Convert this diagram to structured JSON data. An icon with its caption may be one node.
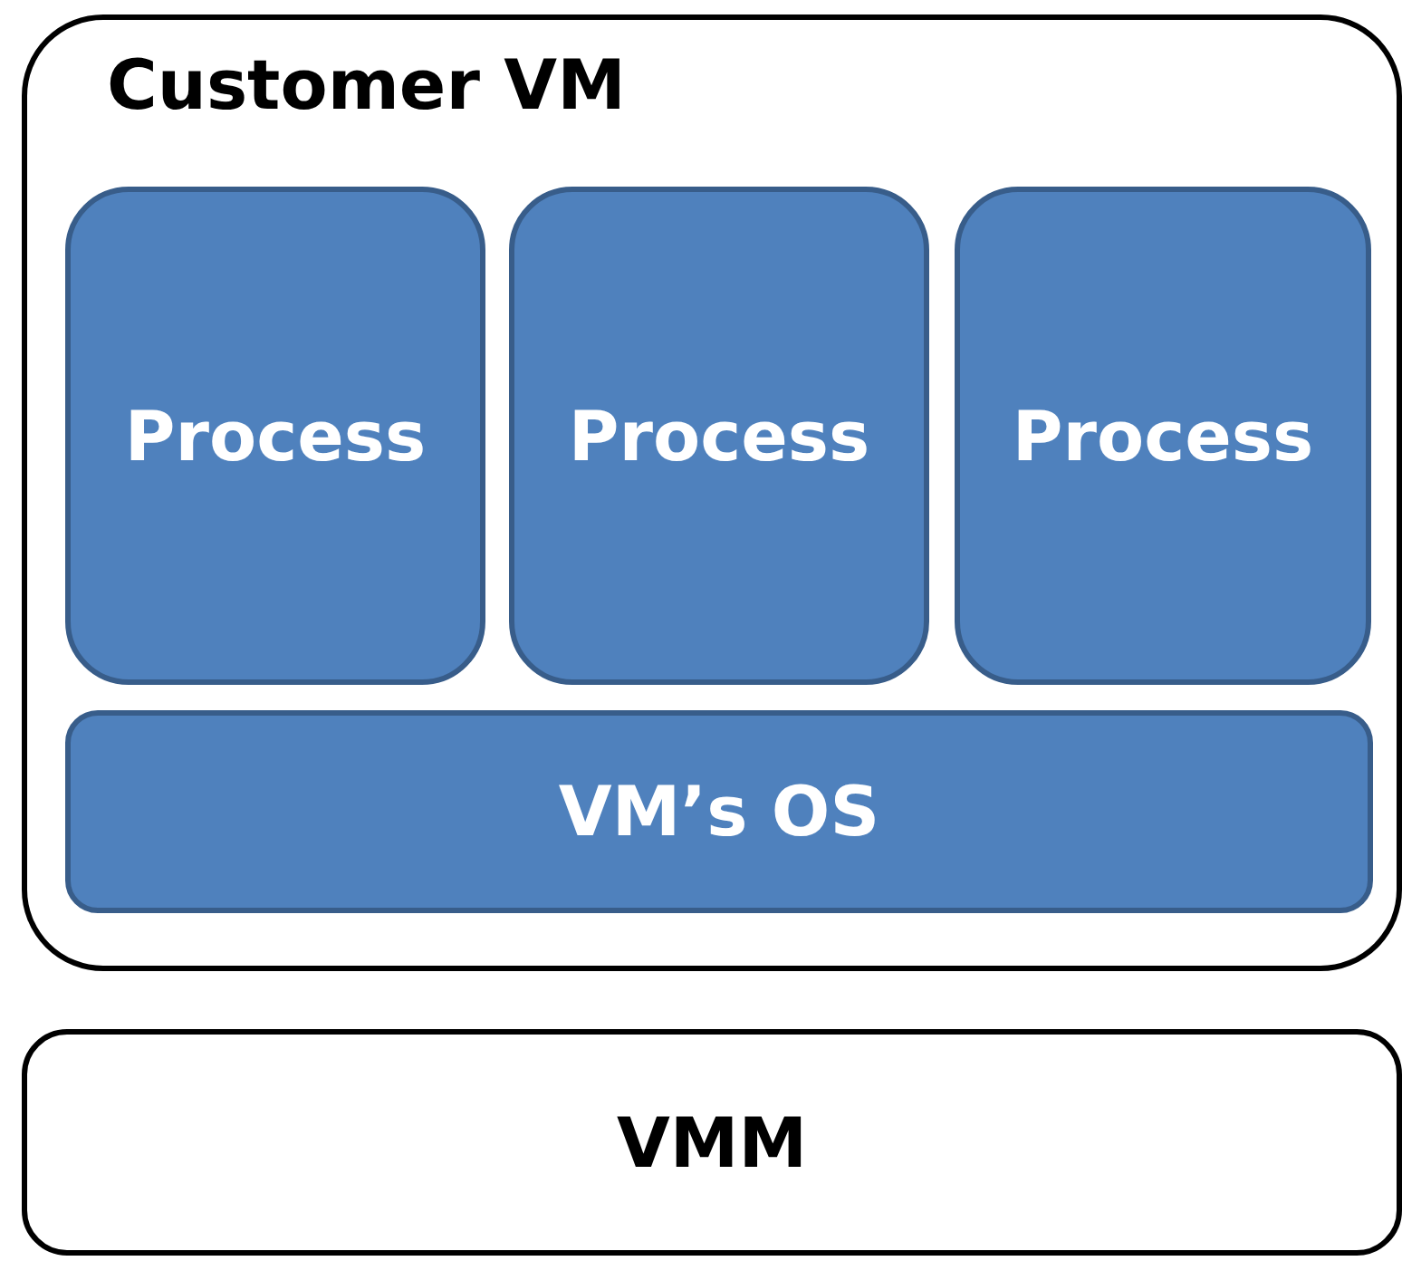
{
  "diagram": {
    "nodes": [
      {
        "text": [
          "Customer VM"
        ]
      },
      {
        "text": [
          "Process"
        ],
        "in": 0
      },
      {
        "text": [
          "Process"
        ],
        "in": 0
      },
      {
        "text": [
          "Process"
        ],
        "in": 0
      },
      {
        "text": [
          "VM’s OS"
        ],
        "in": 0
      },
      {
        "text": [
          "VMM"
        ]
      }
    ],
    "edges": []
  }
}
